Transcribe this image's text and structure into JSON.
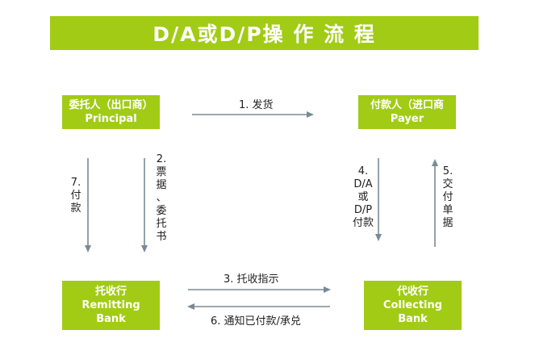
{
  "title": "D/A或D/P操 作 流 程",
  "nodes": {
    "principal": {
      "line1": "委托人（出口商）",
      "line2": "Principal"
    },
    "payer": {
      "line1": "付款人（进口商",
      "line2": "Payer"
    },
    "remitting": {
      "line1": "托收行",
      "line2": "Remitting",
      "line3": "Bank"
    },
    "collecting": {
      "line1": "代收行",
      "line2": "Collecting",
      "line3": "Bank"
    }
  },
  "steps": {
    "s1": "1. 发货",
    "s2": "2.\n票\n据\n、\n委\n托\n书",
    "s3": "3. 托收指示",
    "s4": "4.\nD/A\n或\nD/P\n付款",
    "s5": "5.\n交\n付\n单\n据",
    "s6": "6. 通知已付款/承兑",
    "s7": "7.\n付\n款"
  }
}
